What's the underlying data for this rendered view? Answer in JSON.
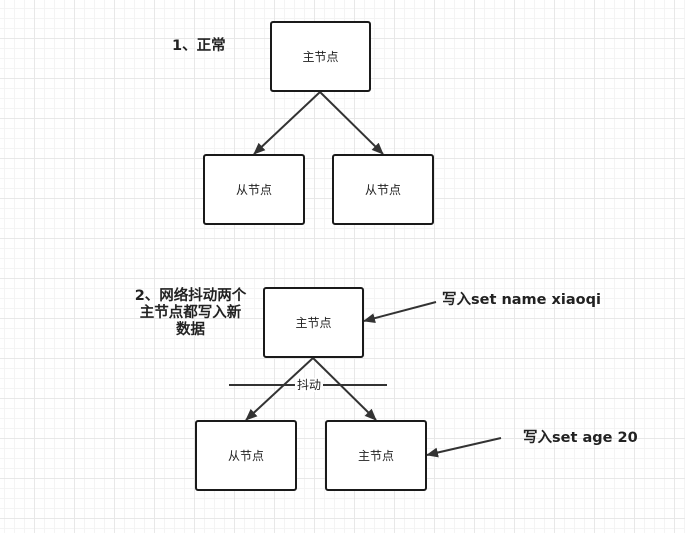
{
  "scenario_normal": {
    "title": "1、正常",
    "master": "主节点",
    "slave_left": "从节点",
    "slave_right": "从节点"
  },
  "scenario_jitter": {
    "title": "2、网络抖动两个主节点都写入新数据",
    "master": "主节点",
    "slave": "从节点",
    "promoted_master": "主节点",
    "jitter_label": "抖动",
    "write_top": "写入set name xiaoqi",
    "write_bottom": "写入set age 20"
  }
}
